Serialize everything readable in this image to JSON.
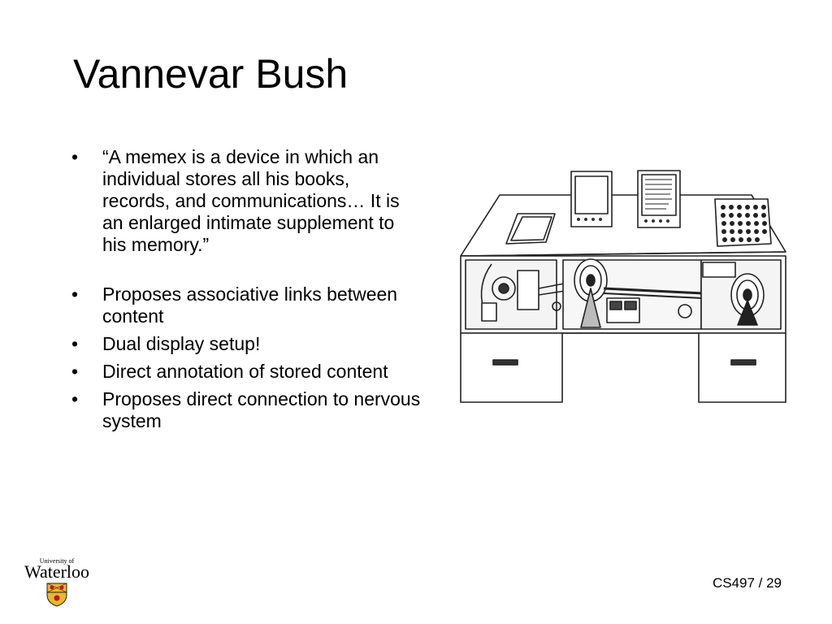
{
  "slide": {
    "title": "Vannevar Bush",
    "bullets": [
      "“A memex is a device in which an individual stores all his books, records, and communications… It is an enlarged intimate supplement to his memory.”",
      "Proposes associative links between content",
      "Dual display setup!",
      "Direct annotation of stored content",
      "Proposes direct connection to nervous system"
    ],
    "bullet_glyph": "•",
    "footer": {
      "logo_small": "University of",
      "logo_big": "Waterloo",
      "page": "CS497 / 29"
    }
  },
  "colors": {
    "text": "#000000",
    "background": "#ffffff",
    "shield_gold": "#e8b92c",
    "shield_red": "#c8102e"
  },
  "icons": [
    "memex-desk-illustration",
    "waterloo-shield-icon"
  ]
}
